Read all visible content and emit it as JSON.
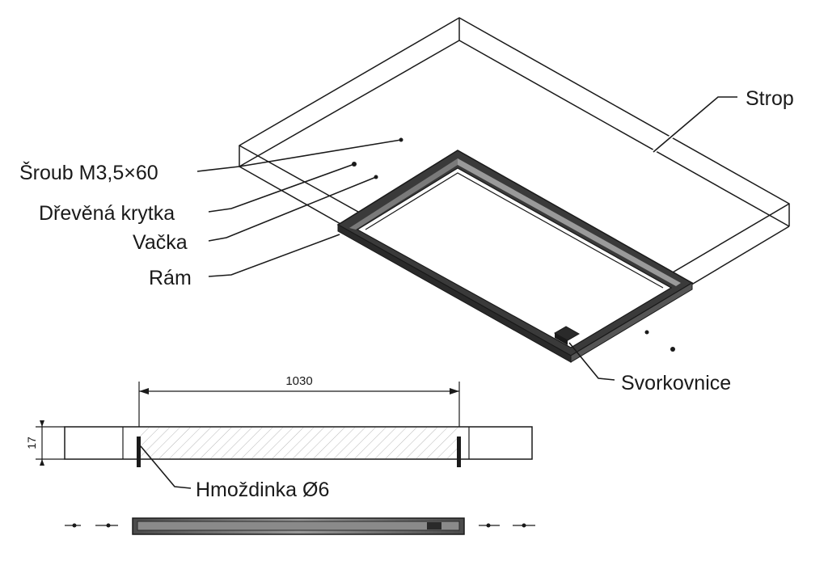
{
  "labels": {
    "strop": "Strop",
    "sroub": "Šroub M3,5×60",
    "krytka": "Dřevěná krytka",
    "vacka": "Vačka",
    "ram": "Rám",
    "svorkovnice": "Svorkovnice",
    "hmozdinka": "Hmoždinka Ø6"
  },
  "dimensions": {
    "width": "1030",
    "thickness": "17"
  },
  "colors": {
    "line": "#1a1a1a",
    "frame_dark": "#3a3a3a",
    "frame_light": "#9a9a9a",
    "hatch": "#b8b8b8",
    "background": "#ffffff"
  }
}
